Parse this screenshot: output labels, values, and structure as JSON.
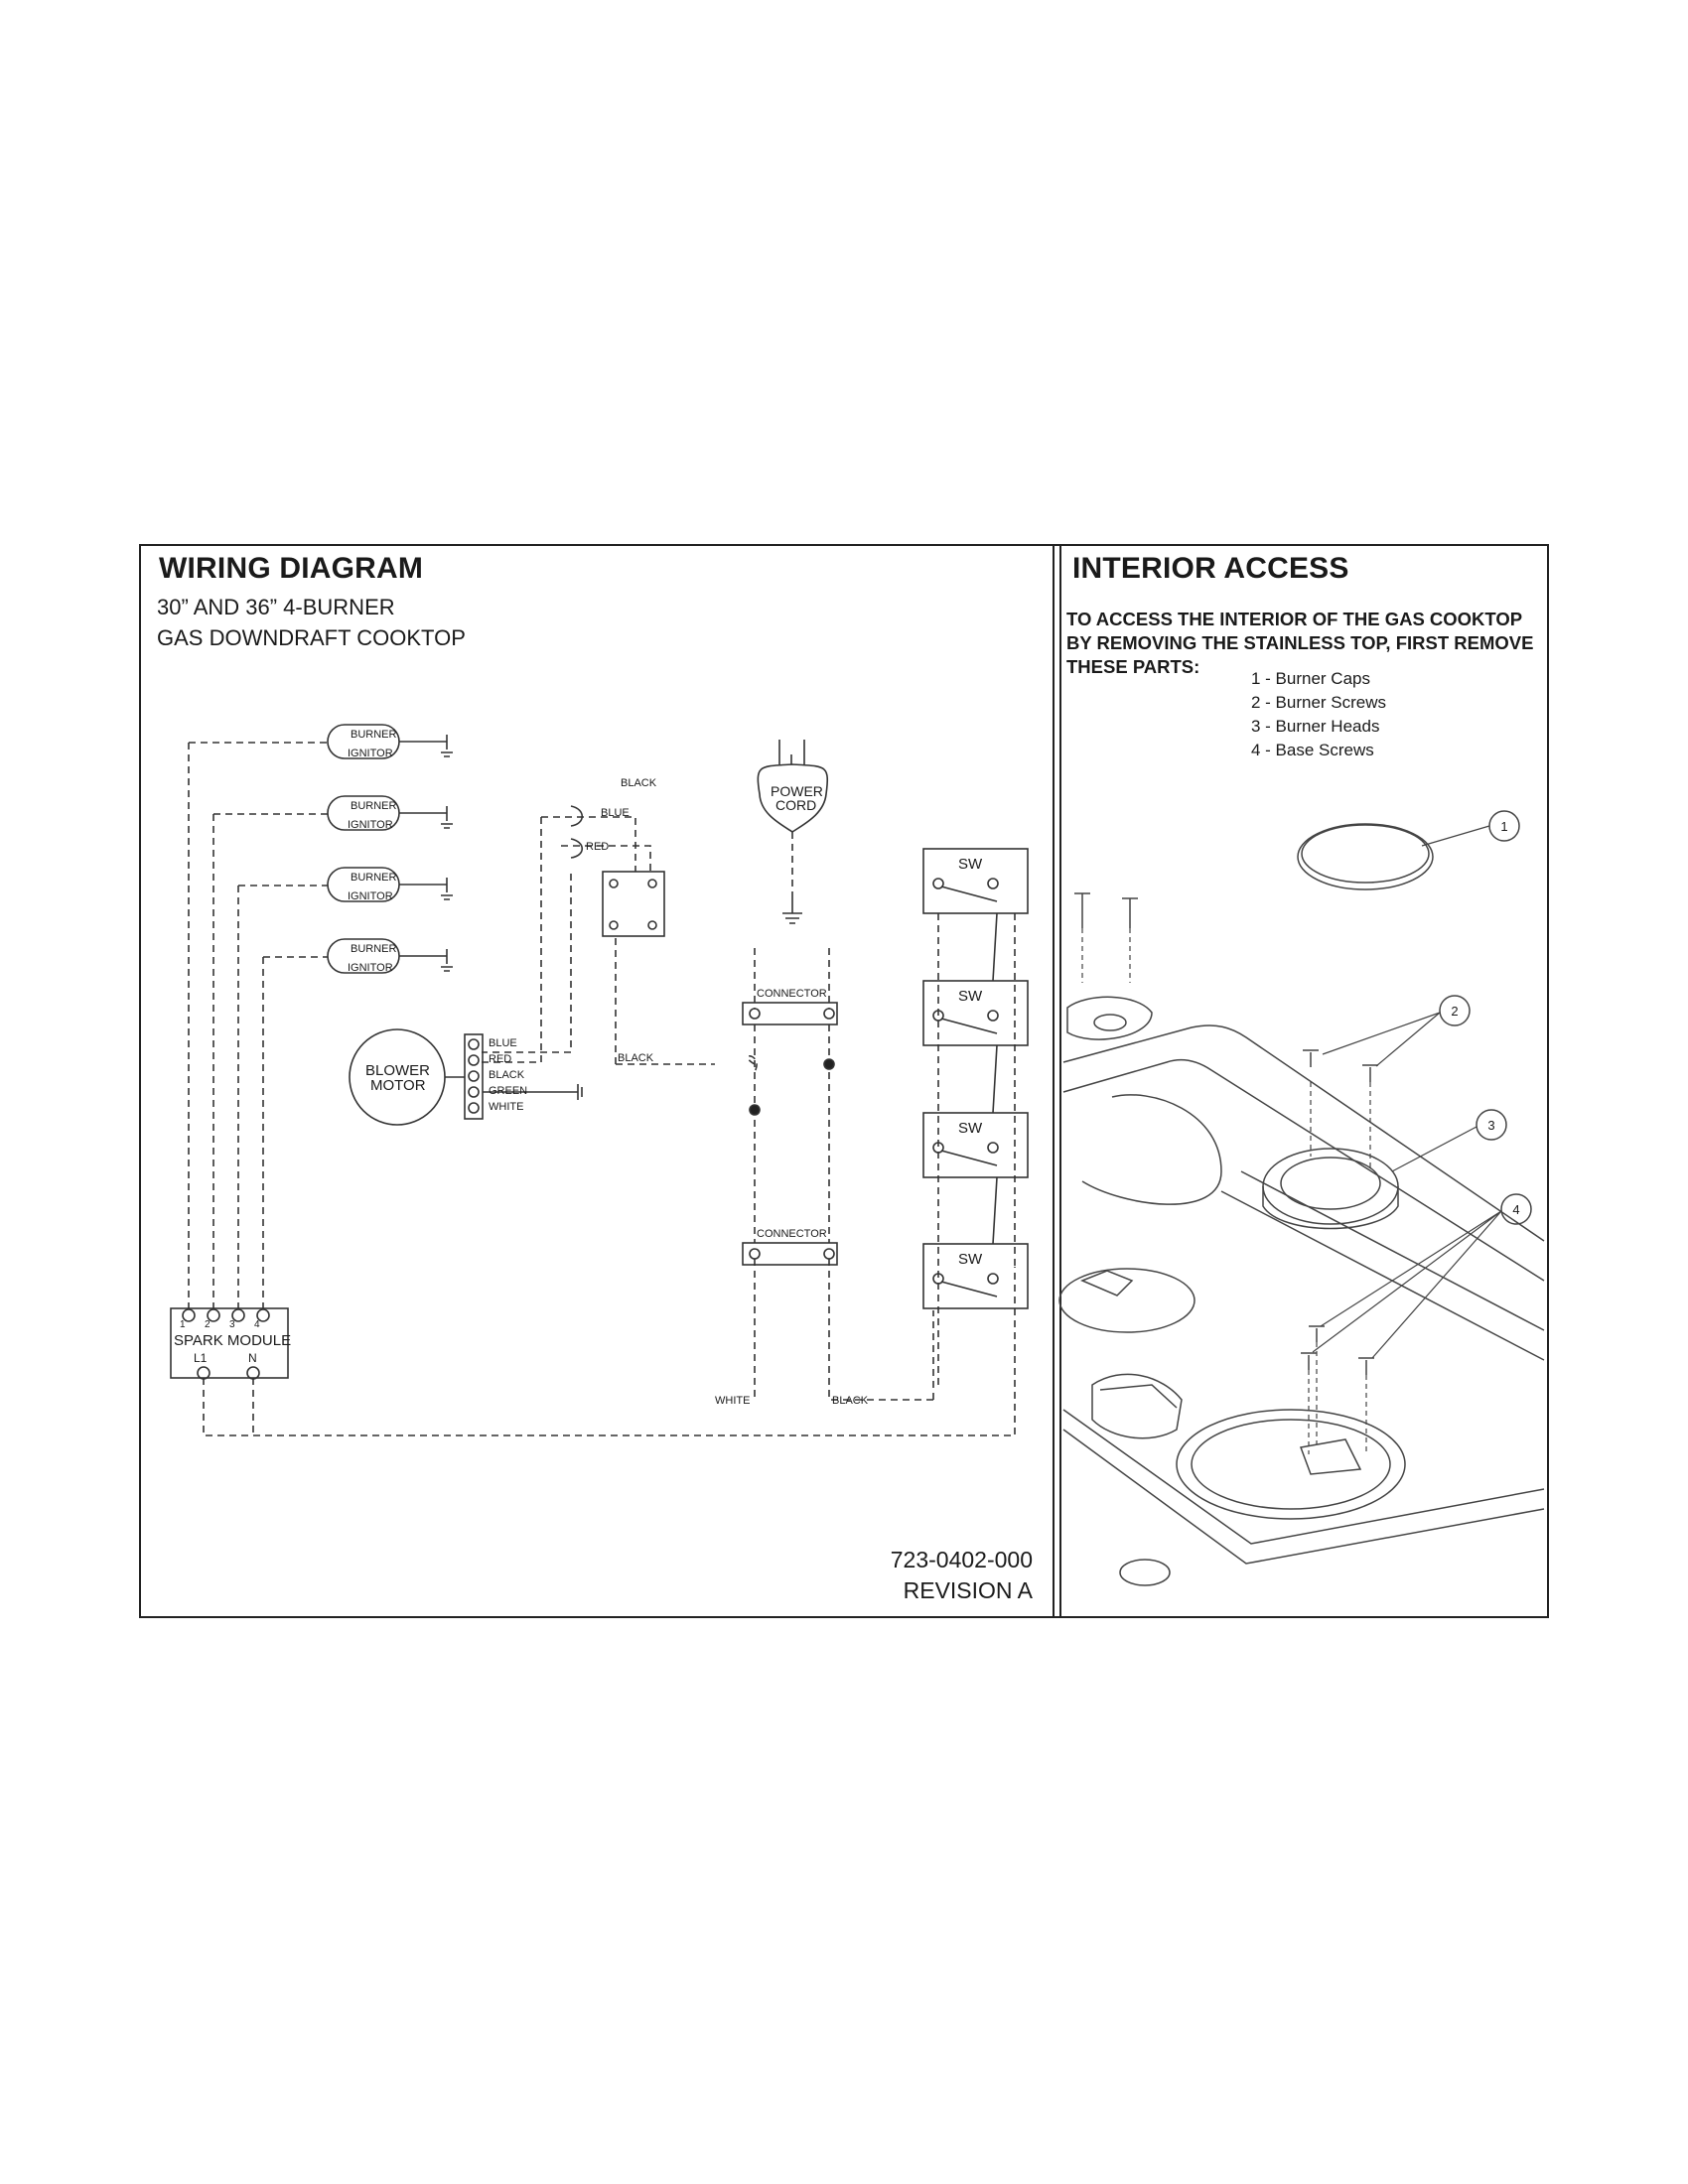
{
  "wiring": {
    "title": "WIRING DIAGRAM",
    "subtitle_line1": "30” AND 36” 4-BURNER",
    "subtitle_line2": "GAS DOWNDRAFT COOKTOP",
    "ignitors": [
      {
        "line1": "BURNER",
        "line2": "IGNITOR"
      },
      {
        "line1": "BURNER",
        "line2": "IGNITOR"
      },
      {
        "line1": "BURNER",
        "line2": "IGNITOR"
      },
      {
        "line1": "BURNER",
        "line2": "IGNITOR"
      }
    ],
    "power_cord": {
      "line1": "POWER",
      "line2": "CORD"
    },
    "connector_label": "CONNECTOR",
    "blower_motor": {
      "line1": "BLOWER",
      "line2": "MOTOR"
    },
    "motor_wires": [
      "BLUE",
      "RED",
      "BLACK",
      "GREEN",
      "WHITE"
    ],
    "relay_wires": {
      "black": "BLACK",
      "blue": "BLUE",
      "red": "RED"
    },
    "wire_labels": {
      "black_mid": "BLACK",
      "white_bottom": "WHITE",
      "black_bottom": "BLACK"
    },
    "switch_label": "SW",
    "spark_module": {
      "label": "SPARK MODULE",
      "terminals": [
        "1",
        "2",
        "3",
        "4"
      ],
      "l1": "L1",
      "n": "N"
    },
    "part_number": "723-0402-000",
    "revision": "REVISION A"
  },
  "access": {
    "title": "INTERIOR ACCESS",
    "instructions": [
      "TO ACCESS THE INTERIOR OF THE GAS COOKTOP",
      "BY REMOVING THE STAINLESS TOP, FIRST REMOVE",
      "THESE PARTS:"
    ],
    "parts": [
      "1 - Burner Caps",
      "2 - Burner Screws",
      "3 - Burner Heads",
      "4 - Base Screws"
    ],
    "callouts": [
      "1",
      "2",
      "3",
      "4"
    ]
  }
}
